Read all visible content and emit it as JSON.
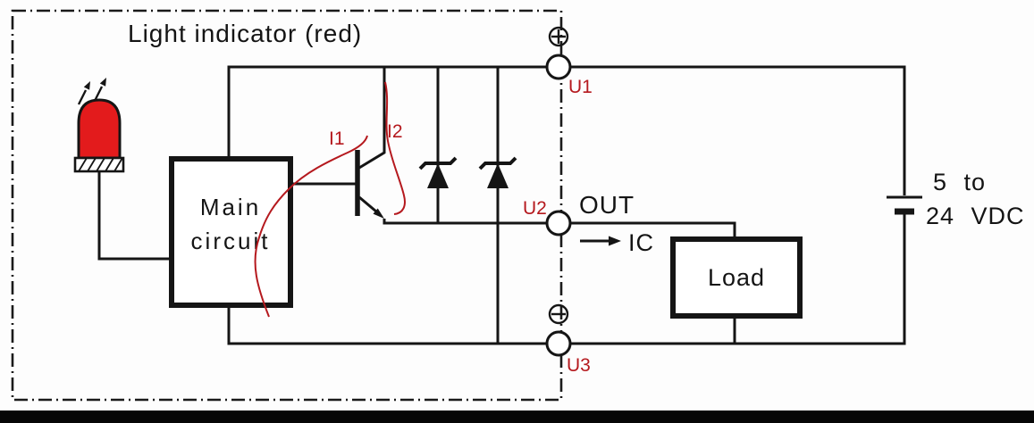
{
  "diagram": {
    "light_indicator_label": "Light indicator  (red)",
    "main_circuit": {
      "line1": "Main",
      "line2": "circuit"
    },
    "load_label": "Load",
    "supply": {
      "line1": "5 to",
      "line2": "24 VDC"
    },
    "out_label": "OUT",
    "ic_label": "IC"
  },
  "annotations": {
    "u1": "U1",
    "u2": "U2",
    "u3": "U3",
    "i1": "I1",
    "i2": "I2"
  },
  "icons": {
    "plus_terminal_icon": "⊕",
    "minus_terminal_icon": "⊖",
    "light_emission_arrows_icon": "↗↗",
    "emitter_arrow_icon": "➤",
    "current_arrow_icon": "→"
  },
  "colors": {
    "wire": "#151515",
    "led_red": "#e31b1c",
    "annotation_red": "#b5191e",
    "background": "#ffffff"
  }
}
